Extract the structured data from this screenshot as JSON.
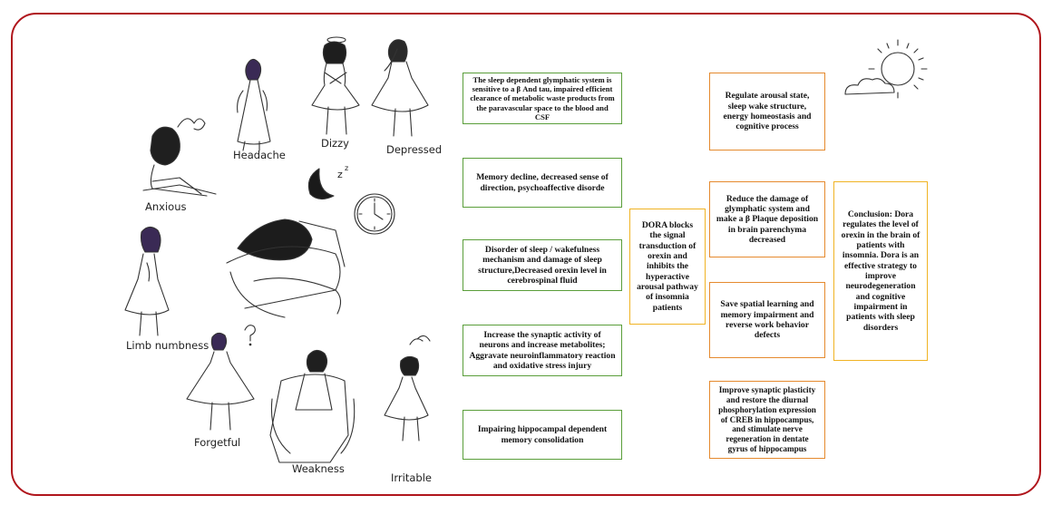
{
  "symptoms": {
    "headache": "Headache",
    "dizzy": "Dizzy",
    "depressed": "Depressed",
    "anxious": "Anxious",
    "limb_numbness": "Limb numbness",
    "forgetful": "Forgetful",
    "weakness": "Weakness",
    "irritable": "Irritable"
  },
  "left_boxes": [
    "The sleep dependent glymphatic system is sensitive to a β  And tau, impaired efficient clearance of metabolic waste products from the paravascular space to the blood and CSF",
    "Memory decline, decreased sense of direction, psychoaffective disorde",
    "Disorder of sleep / wakefulness mechanism and damage of sleep structure,Decreased orexin level in cerebrospinal fluid",
    "Increase the synaptic activity of neurons and increase metabolites; Aggravate neuroinflammatory reaction and oxidative stress injury",
    "Impairing hippocampal dependent memory consolidation"
  ],
  "center_box": "DORA blocks the signal transduction of orexin and inhibits the hyperactive arousal pathway of insomnia patients",
  "right_boxes": [
    "Regulate arousal state, sleep wake structure, energy homeostasis and cognitive process",
    "Reduce the damage of glymphatic system and make a β  Plaque deposition in brain parenchyma decreased",
    "Save spatial learning and memory impairment and reverse work behavior defects",
    "Improve synaptic plasticity and restore the diurnal phosphorylation expression of CREB in hippocampus, and stimulate nerve regeneration in dentate gyrus of hippocampus"
  ],
  "conclusion_box": "Conclusion: Dora regulates the level of orexin in the brain of patients with insomnia. Dora is an effective strategy to improve neurodegeneration and cognitive impairment in patients with sleep disorders",
  "colors": {
    "frame": "#b0151c",
    "green_border": "#5a9e3a",
    "orange_border": "#e58a2e",
    "gold_border": "#f0b323"
  },
  "icons": [
    "sleeping-girl-illustration",
    "moon-icon",
    "clock-icon",
    "sun-cloud-icon",
    "question-mark-icon"
  ]
}
